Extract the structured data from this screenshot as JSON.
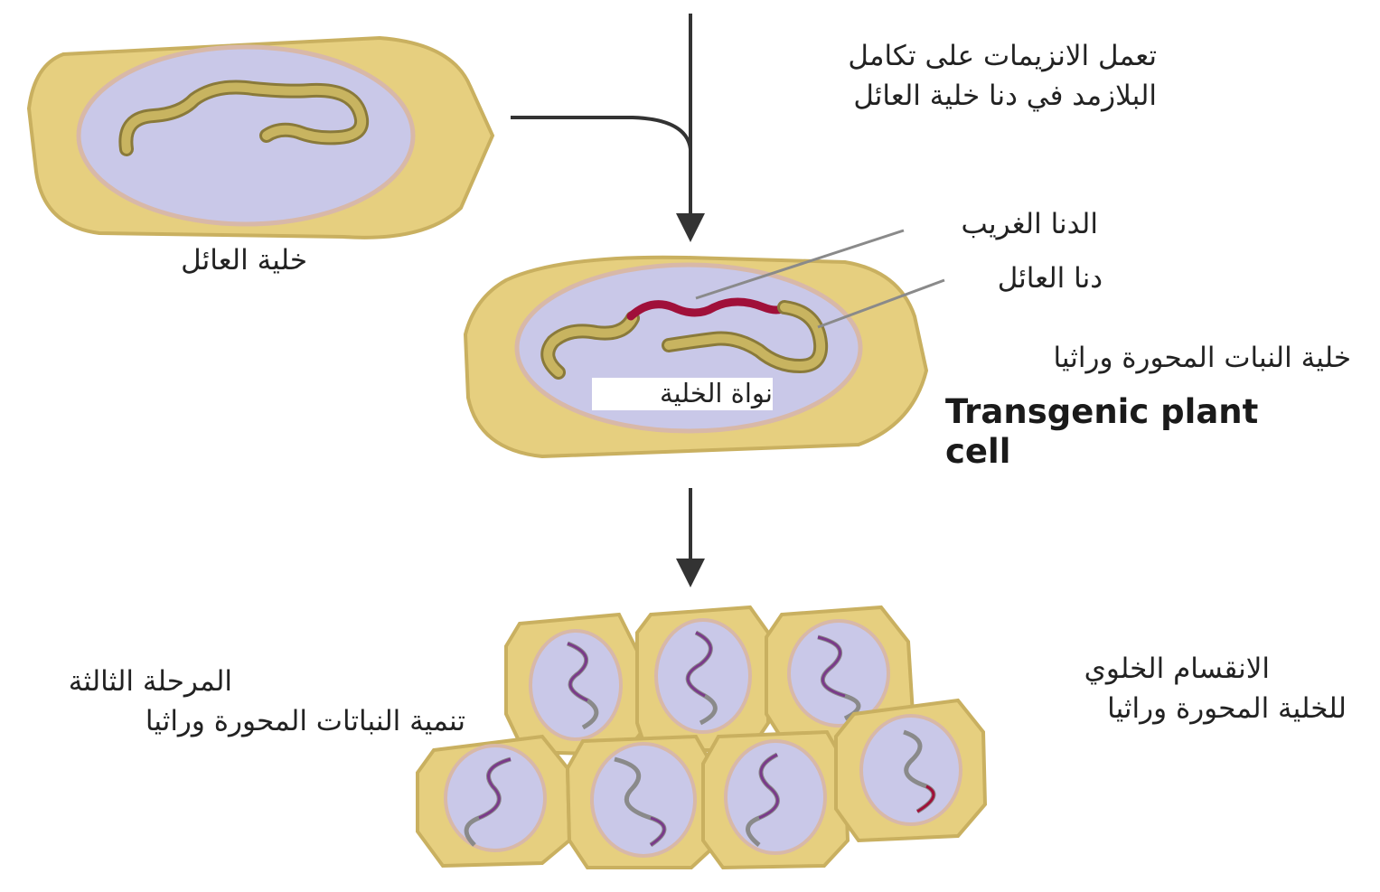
{
  "labels": {
    "enzymes_line1": "تعمل الانزيمات على تكامل",
    "enzymes_line2": "البلازمد في دنا خلية العائل",
    "host_cell": "خلية العائل",
    "foreign_dna": "الدنا الغريب",
    "host_dna": "دنا العائل",
    "transgenic_cell_ar": "خلية النبات المحورة وراثيا",
    "transgenic_cell_en_line1": "Transgenic plant",
    "transgenic_cell_en_line2": "cell",
    "cell_nucleus": "نواة الخلية",
    "division_line1": "الانقسام الخلوي",
    "division_line2": "للخلية المحورة وراثيا",
    "stage3_line1": "المرحلة الثالثة",
    "stage3_line2": "تنمية النباتات المحورة وراثيا"
  },
  "colors": {
    "cell_fill": "#e6cf7f",
    "cell_stroke": "#c9b060",
    "nucleus_fill": "#c9c8e8",
    "nucleus_stroke": "#d8b8a8",
    "host_dna": "#c8b460",
    "host_dna_edge": "#8a7a3a",
    "foreign_dna": "#a0103a",
    "purple_dna": "#7a3a8a",
    "arrow": "#333333",
    "pointer_line": "#8a8a8a"
  }
}
